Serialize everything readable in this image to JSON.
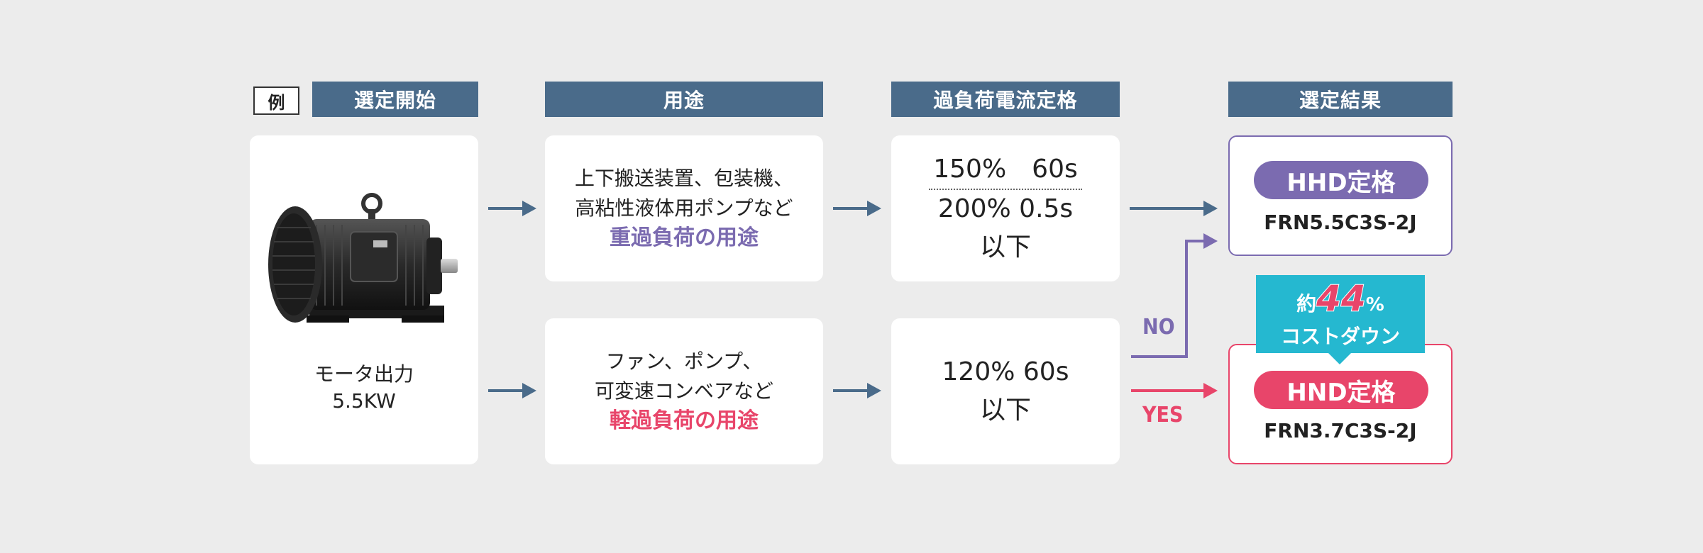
{
  "example_label": "例",
  "headers": {
    "start": "選定開始",
    "usage": "用途",
    "overload": "過負荷電流定格",
    "result": "選定結果"
  },
  "motor": {
    "line1": "モータ出力",
    "line2": "5.5KW"
  },
  "usage_top": {
    "line1": "上下搬送装置、包装機、",
    "line2": "高粘性液体用ポンプなど",
    "highlight": "重過負荷の用途"
  },
  "usage_bottom": {
    "line1": "ファン、ポンプ、",
    "line2": "可変速コンベアなど",
    "highlight": "軽過負荷の用途"
  },
  "overload_top": {
    "line1": "150%　60s",
    "line2": "200% 0.5s",
    "line3": "以下"
  },
  "overload_bottom": {
    "line1": "120% 60s",
    "line2": "以下"
  },
  "result_top": {
    "rating": "HHD定格",
    "model": "FRN5.5C3S-2J"
  },
  "result_bottom": {
    "rating": "HND定格",
    "model": "FRN3.7C3S-2J"
  },
  "callout": {
    "prefix": "約",
    "percent": "44",
    "suffix": "%",
    "line2": "コストダウン"
  },
  "labels": {
    "no": "NO",
    "yes": "YES"
  },
  "colors": {
    "header": "#4a6b8a",
    "heavy": "#7b6bb0",
    "light": "#e8456a",
    "callout": "#25b8d0",
    "arrow": "#4a6b8a"
  }
}
